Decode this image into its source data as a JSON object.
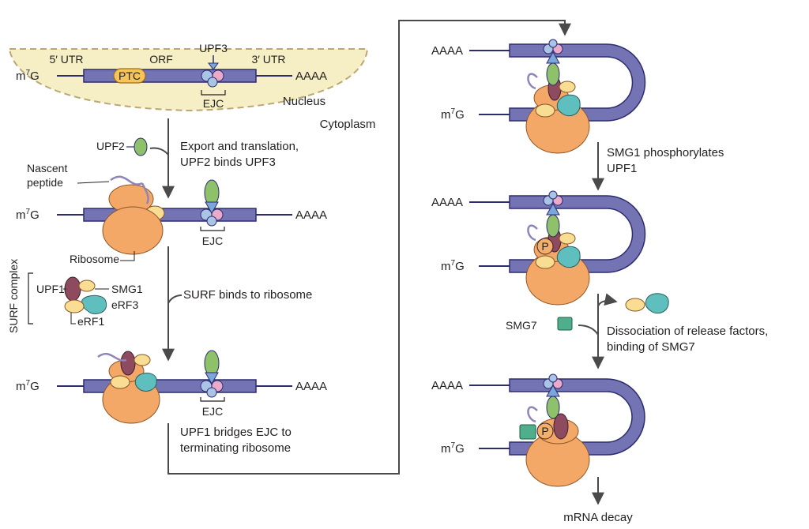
{
  "colors": {
    "mrna": "#7474b4",
    "mrna_dark": "#2d2c6e",
    "line": "#2d2c6e",
    "ribosome": "#f4a868",
    "ribosome_light": "#f9ce9e",
    "erf1": "#f8dd92",
    "erf3": "#5fbfbf",
    "upf1": "#8e4a5e",
    "upf2": "#8fc06a",
    "upf3": "#7aa6dc",
    "ejc_pink": "#ecaacb",
    "ejc_blue": "#aac4e6",
    "smg7": "#4fae8c",
    "phospho": "#f2b06a",
    "nucleus": "#f6efc6",
    "peptide": "#8e86b8",
    "arrow": "#4a4a4a",
    "ptc": "#f6c457"
  },
  "labels": {
    "cap": "m",
    "cap_sup": "7",
    "cap_g": "G",
    "utr5": "5′ UTR",
    "orf": "ORF",
    "utr3": "3′ UTR",
    "upf3": "UPF3",
    "ptc": "PTC",
    "polya": "AAAA",
    "ejc": "EJC",
    "nucleus": "Nucleus",
    "cytoplasm": "Cytoplasm",
    "upf2": "UPF2",
    "nascent_1": "Nascent",
    "nascent_2": "peptide",
    "ribosome": "Ribosome",
    "surf_complex": "SURF complex",
    "upf1": "UPF1",
    "smg1": "SMG1",
    "erf3": "eRF3",
    "erf1": "eRF1",
    "smg7": "SMG7",
    "p": "P"
  },
  "steps": {
    "s1_line1": "Export and translation,",
    "s1_line2": "UPF2 binds UPF3",
    "s2": "SURF binds to ribosome",
    "s3_line1": "UPF1 bridges EJC to",
    "s3_line2": "terminating ribosome",
    "s4_line1": "SMG1 phosphorylates",
    "s4_line2": "UPF1",
    "s5_line1": "Dissociation of release factors,",
    "s5_line2": "binding of SMG7",
    "s6": "mRNA decay"
  }
}
